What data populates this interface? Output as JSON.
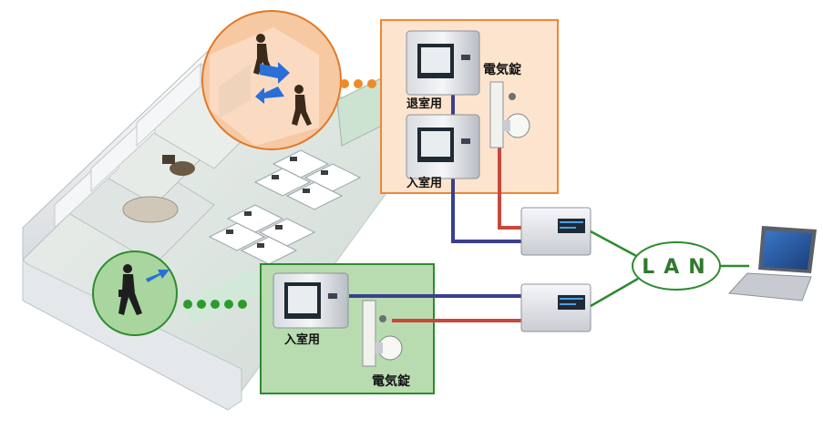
{
  "panels": {
    "upper": {
      "exit_reader_label": "退室用",
      "entry_reader_label": "入室用",
      "lock_label": "電気錠",
      "border_color": "#ee8833",
      "fill_color": "#fde4cf"
    },
    "lower": {
      "entry_reader_label": "入室用",
      "lock_label": "電気錠",
      "border_color": "#2e8b2e",
      "fill_color": "#b8dcb0"
    }
  },
  "network": {
    "lan_label": "LAN",
    "wire_blue": "#3b3f8f",
    "wire_red": "#c8483a",
    "lan_line_color": "#2e8b2e"
  },
  "icons": {
    "controller": "controller-icon",
    "laptop": "laptop-icon",
    "person": "person-icon",
    "reader": "card-reader-icon",
    "lock": "electric-lock-icon"
  }
}
